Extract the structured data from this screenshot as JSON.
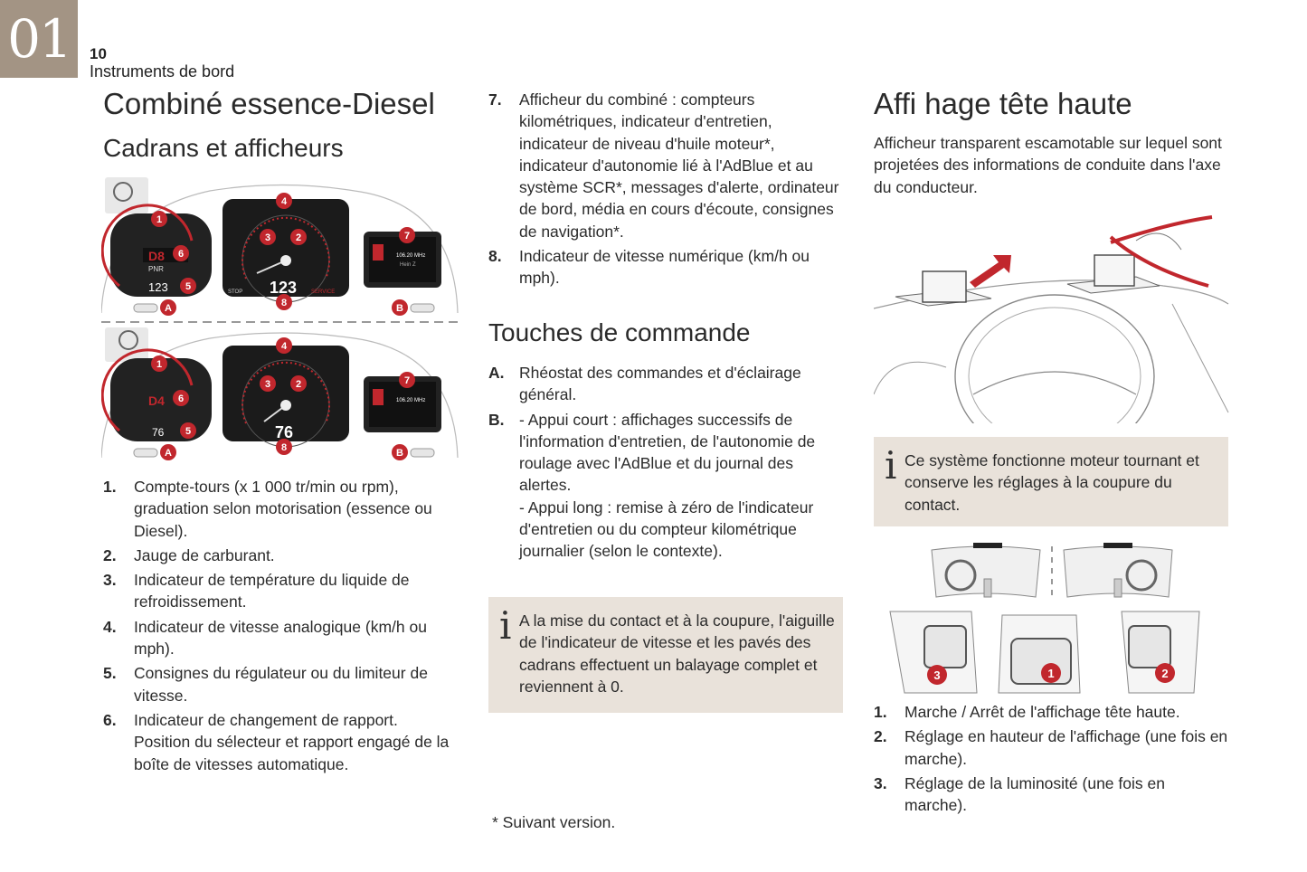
{
  "header": {
    "chapter": "01",
    "page_number": "10",
    "section": "Instruments de bord"
  },
  "col1": {
    "title": "Combiné essence-Diesel",
    "subtitle": "Cadrans et afficheurs",
    "figure_labels": [
      "1",
      "2",
      "3",
      "4",
      "5",
      "6",
      "7",
      "8",
      "A",
      "B"
    ],
    "figure_readouts": {
      "top_gear": "D8",
      "top_prnd": "PNR",
      "top_speed": "123",
      "top_nav_freq": "106.20 MHz",
      "top_nav_station": "Hein Z",
      "bottom_gear": "D4",
      "bottom_speed": "76",
      "service": "SERVICE",
      "stop": "STOP"
    },
    "items": [
      {
        "n": "1.",
        "text": "Compte-tours (x 1 000 tr/min ou rpm), graduation selon motorisation (essence ou Diesel)."
      },
      {
        "n": "2.",
        "text": "Jauge de carburant."
      },
      {
        "n": "3.",
        "text": "Indicateur de température du liquide de refroidissement."
      },
      {
        "n": "4.",
        "text": "Indicateur de vitesse analogique (km/h ou mph)."
      },
      {
        "n": "5.",
        "text": "Consignes du régulateur ou du limiteur de vitesse."
      },
      {
        "n": "6.",
        "text": "Indicateur de changement de rapport. Position du sélecteur et rapport engagé de la boîte de vitesses automatique."
      }
    ]
  },
  "col2": {
    "items": [
      {
        "n": "7.",
        "text": "Afficheur du combiné : compteurs kilométriques, indicateur d'entretien, indicateur de niveau d'huile moteur*, indicateur d'autonomie lié à l'AdBlue et au système SCR*, messages d'alerte, ordinateur de bord, média en cours d'écoute, consignes de navigation*."
      },
      {
        "n": "8.",
        "text": "Indicateur de vitesse numérique (km/h ou mph)."
      }
    ],
    "controls_title": "Touches de commande",
    "controls": [
      {
        "n": "A.",
        "text": "Rhéostat des commandes et d'éclairage général."
      },
      {
        "n": "B.",
        "text": "- Appui court : affichages successifs de l'information d'entretien, de l'autonomie de roulage avec l'AdBlue et du journal des alertes.\n- Appui long : remise à zéro de l'indicateur d'entretien ou du compteur kilométrique journalier (selon le contexte)."
      }
    ],
    "info": "A la mise du contact et à la coupure, l'aiguille de l'indicateur de vitesse et les pavés des cadrans effectuent un balayage complet et reviennent à 0.",
    "footnote": "*   Suivant version."
  },
  "col3": {
    "title": "Affi  hage tête haute",
    "intro": "Afficheur transparent escamotable sur lequel sont projetées des informations de conduite dans l'axe du conducteur.",
    "info": "Ce système fonctionne moteur tournant et conserve les réglages à la coupure du contact.",
    "figure_labels": [
      "3",
      "1",
      "2"
    ],
    "items": [
      {
        "n": "1.",
        "text": "Marche / Arrêt de l'affichage tête haute."
      },
      {
        "n": "2.",
        "text": "Réglage en hauteur de l'affichage (une fois en marche)."
      },
      {
        "n": "3.",
        "text": "Réglage de la luminosité (une fois en marche)."
      }
    ]
  },
  "colors": {
    "tab": "#a39484",
    "info_box": "#e9e2da",
    "callout": "#c1272d",
    "arrow": "#c1272d"
  }
}
